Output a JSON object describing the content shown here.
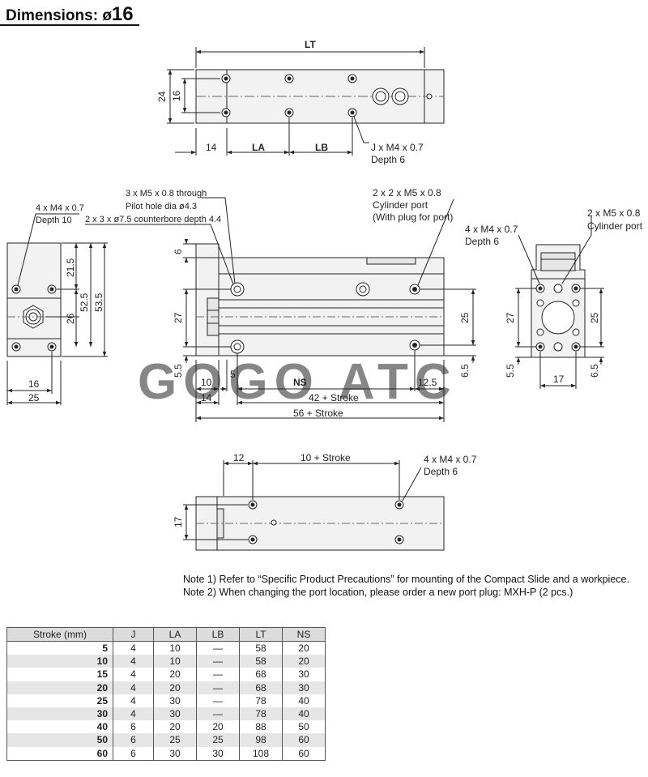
{
  "title": {
    "prefix": "Dimensions: ",
    "symbol": "ø",
    "size": "16"
  },
  "watermark": "GOGO ATC",
  "top_view": {
    "lt": "LT",
    "dim_24": "24",
    "dim_16": "16",
    "dim_14": "14",
    "la": "LA",
    "lb": "LB",
    "callout_j": "J x M4 x 0.7",
    "callout_j_depth": "Depth 6"
  },
  "front_view": {
    "callout_through": "3 x M5 x 0.8 through",
    "callout_pilot": "Pilot hole dia ø4.3",
    "callout_counterbore": "2 x 3 x ø7.5 counterbore depth 4.4",
    "callout_cyl_1": "2 x 2 x M5 x 0.8",
    "callout_cyl_2": "Cylinder port",
    "callout_cyl_3": "(With plug for port)",
    "dim_6": "6",
    "dim_27": "27",
    "dim_25": "25",
    "dim_5_5": "5.5",
    "dim_6_5": "6.5",
    "dim_10": "10",
    "dim_5": "5",
    "ns": "NS",
    "dim_12_5": "12.5",
    "dim_14": "14",
    "dim_42": "42 + Stroke",
    "dim_56": "56 + Stroke"
  },
  "left_view": {
    "callout_1": "4 x M4 x 0.7",
    "callout_2": "Depth 10",
    "dim_21_5": "21.5",
    "dim_52_5": "52.5",
    "dim_53_5": "53.5",
    "dim_26": "26",
    "dim_16": "16",
    "dim_25": "25"
  },
  "right_view": {
    "callout_m4_1": "4 x M4 x 0.7",
    "callout_m4_2": "Depth 6",
    "callout_m5_1": "2 x M5 x 0.8",
    "callout_m5_2": "Cylinder port",
    "dim_27": "27",
    "dim_25": "25",
    "dim_5_5": "5.5",
    "dim_6_5": "6.5",
    "dim_17": "17"
  },
  "bottom_view": {
    "dim_12": "12",
    "dim_10_stroke": "10 + Stroke",
    "callout_1": "4 x M4 x 0.7",
    "callout_2": "Depth 6",
    "dim_17": "17"
  },
  "notes": [
    "Note 1) Refer to “Specific Product Precautions” for mounting of the Compact Slide and a workpiece.",
    "Note 2) When changing the port location, please order a new port plug: MXH-P (2 pcs.)"
  ],
  "table": {
    "headers": [
      "Stroke (mm)",
      "J",
      "LA",
      "LB",
      "LT",
      "NS"
    ],
    "rows": [
      [
        "5",
        "4",
        "10",
        "—",
        "58",
        "20"
      ],
      [
        "10",
        "4",
        "10",
        "—",
        "58",
        "20"
      ],
      [
        "15",
        "4",
        "20",
        "—",
        "68",
        "30"
      ],
      [
        "20",
        "4",
        "20",
        "—",
        "68",
        "30"
      ],
      [
        "25",
        "4",
        "30",
        "—",
        "78",
        "40"
      ],
      [
        "30",
        "4",
        "30",
        "—",
        "78",
        "40"
      ],
      [
        "40",
        "6",
        "20",
        "20",
        "88",
        "50"
      ],
      [
        "50",
        "6",
        "25",
        "25",
        "98",
        "60"
      ],
      [
        "60",
        "6",
        "30",
        "30",
        "108",
        "60"
      ]
    ]
  }
}
